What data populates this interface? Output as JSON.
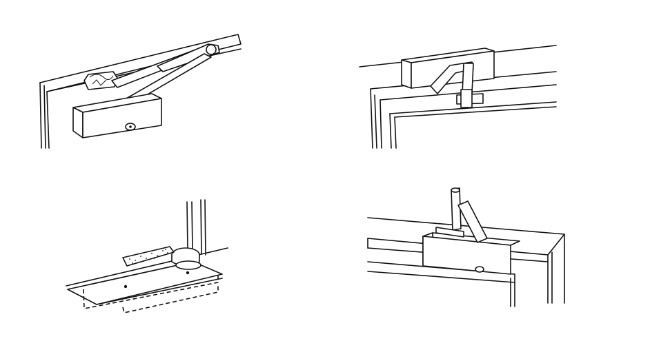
{
  "figure": {
    "panels": [
      {
        "name": "surface-mounted-door-closer-parallel-arm"
      },
      {
        "name": "transom-mounted-door-closer"
      },
      {
        "name": "floor-concealed-door-closer"
      },
      {
        "name": "frame-top-mounted-door-closer"
      }
    ]
  }
}
